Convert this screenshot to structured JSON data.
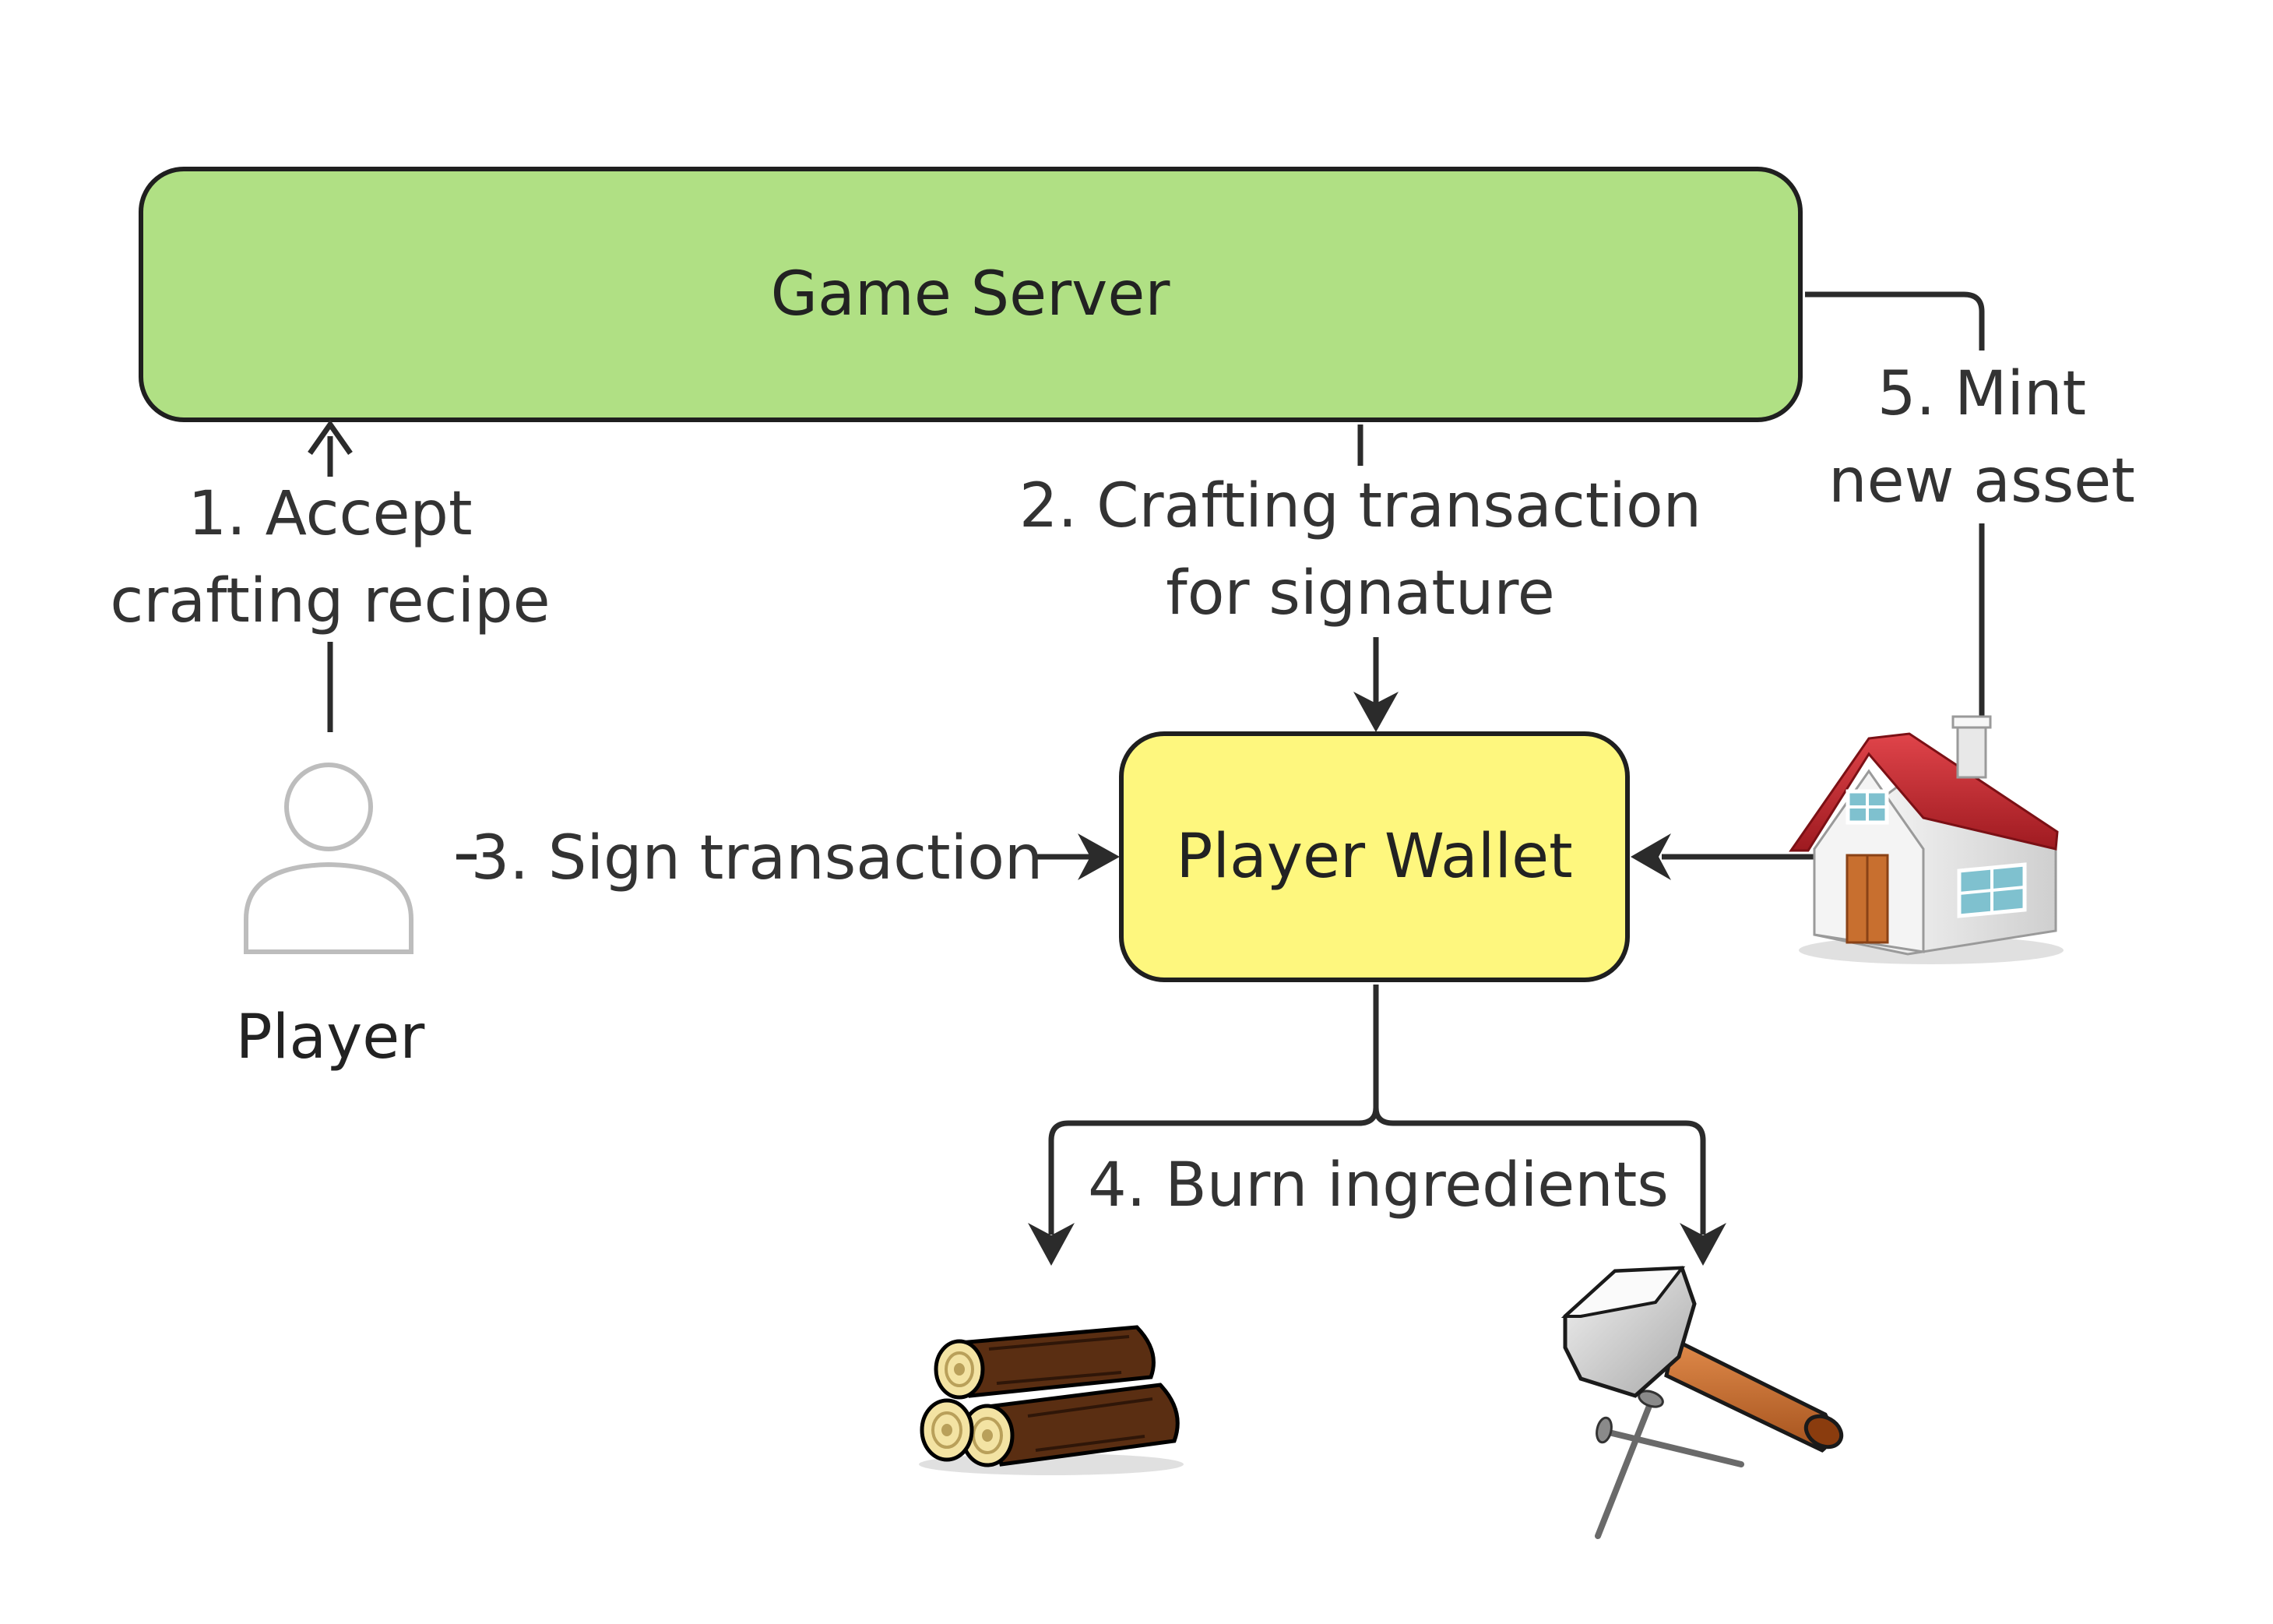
{
  "nodes": {
    "game_server": {
      "label": "Game Server",
      "fill": "#b0e084"
    },
    "player_wallet": {
      "label": "Player Wallet",
      "fill": "#fef77e"
    },
    "player": {
      "label": "Player"
    }
  },
  "steps": {
    "accept": {
      "line1": "1. Accept",
      "line2": "crafting recipe"
    },
    "crafting_tx": {
      "line1": "2. Crafting transaction",
      "line2": "for signature"
    },
    "sign_tx": {
      "label": "3. Sign transaction"
    },
    "burn": {
      "label": "4. Burn ingredients"
    },
    "mint": {
      "line1": "5. Mint",
      "line2": "new asset"
    }
  },
  "icons": {
    "player": "person-icon",
    "house": "house-icon",
    "logs": "logs-icon",
    "hammer": "hammer-and-nails-icon"
  },
  "colors": {
    "stroke": "#2b2b2b",
    "player_icon": "#bdbdbd",
    "roof": "#c5262d",
    "wood": "#5a2e12"
  }
}
